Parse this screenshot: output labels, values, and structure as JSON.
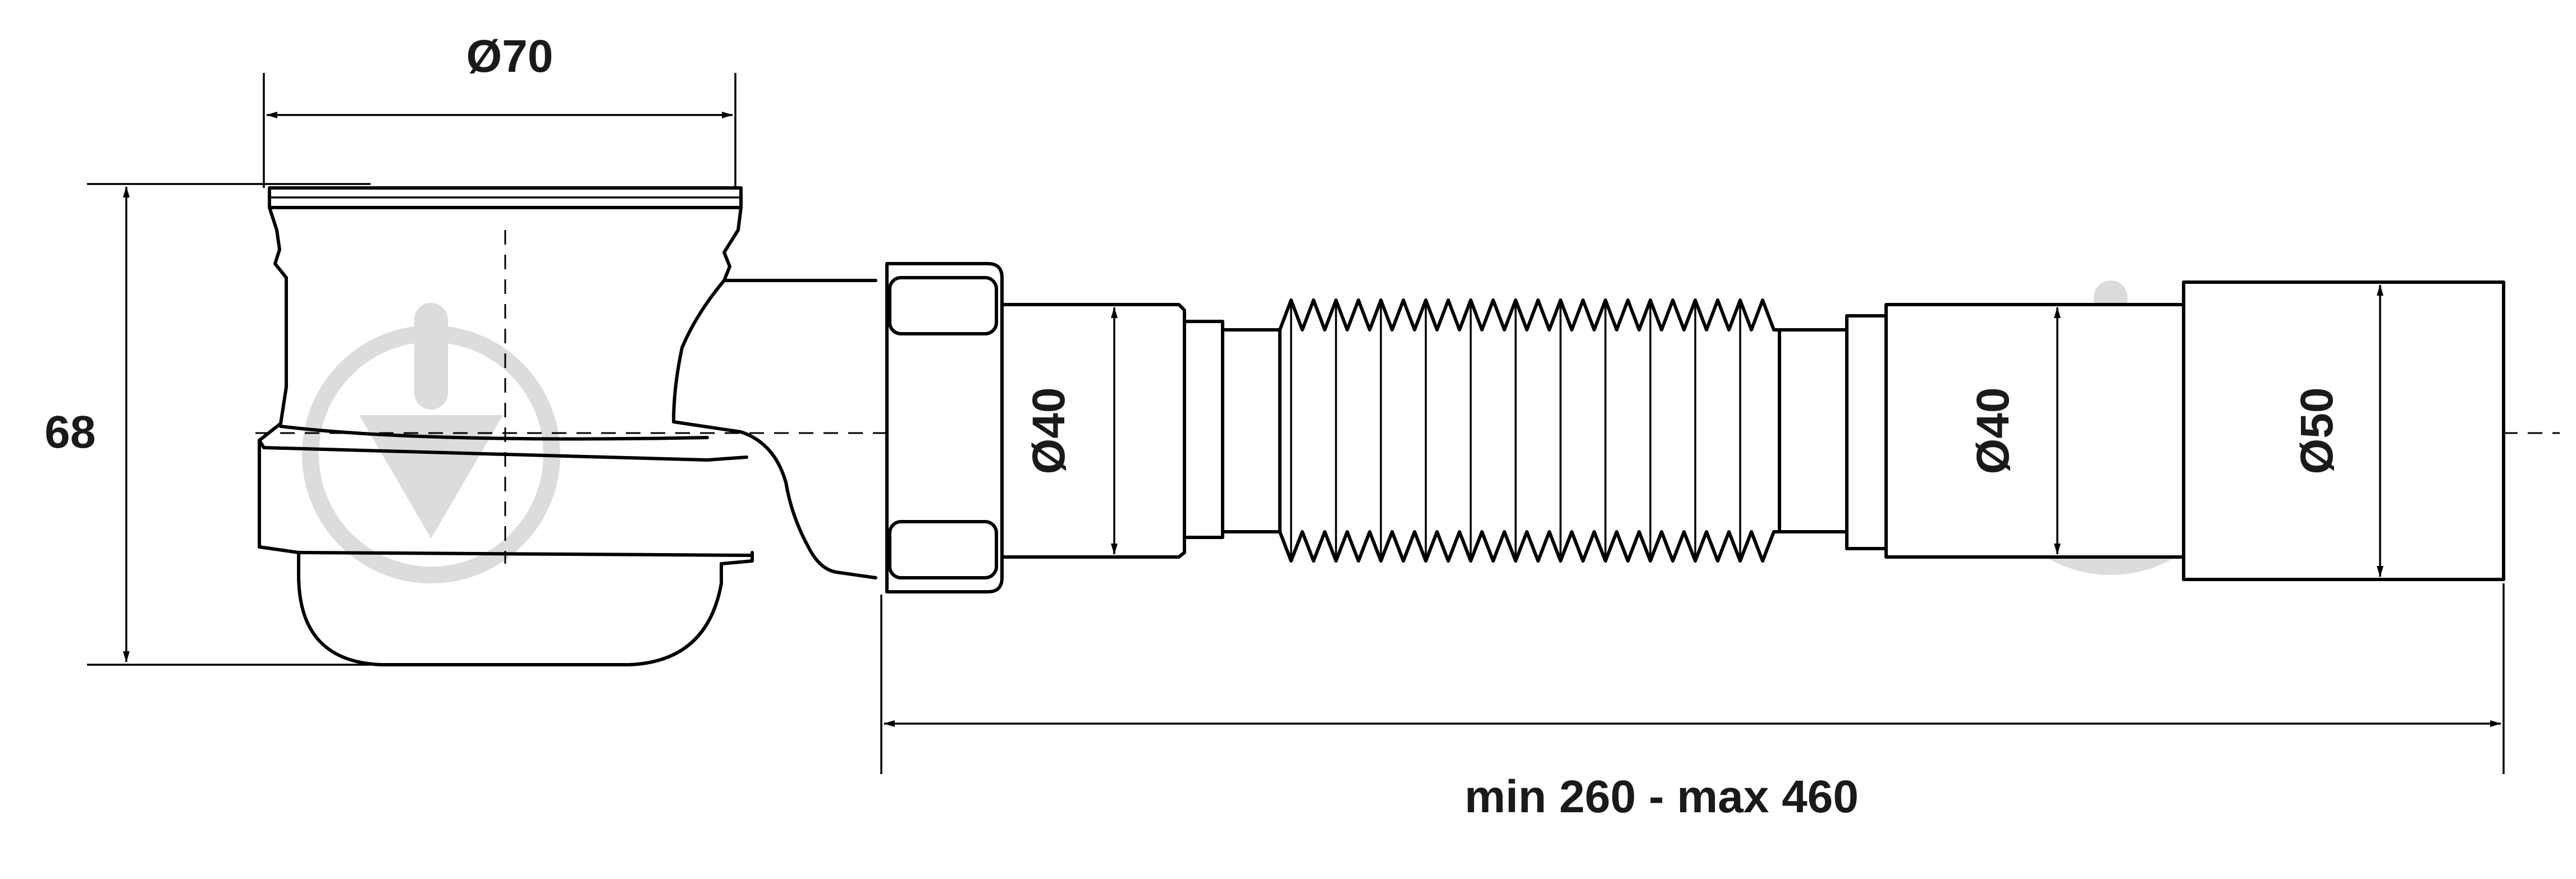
{
  "dimensions": {
    "top_width": "Ø70",
    "height": "68",
    "inlet_left": "Ø40",
    "inlet_right": "Ø40",
    "outlet": "Ø50",
    "length_range": "min 260 - max 460"
  },
  "colors": {
    "line": "#000000",
    "text": "#1a1a1a",
    "watermark": "#dcdcdc",
    "background": "#ffffff"
  },
  "icons": {
    "watermark": "drain-arrow-icon"
  }
}
